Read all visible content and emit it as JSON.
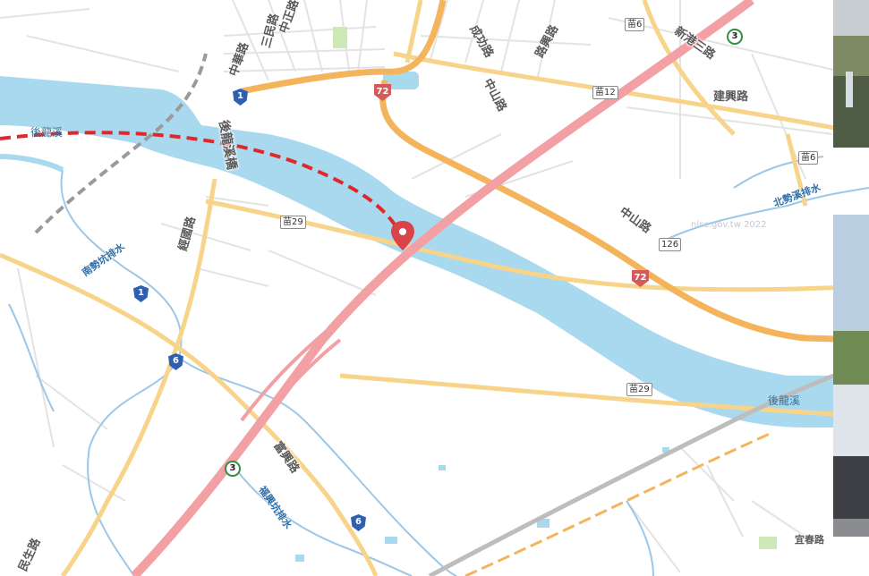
{
  "map": {
    "watermark": "nlsc.gov.tw 2022",
    "colors": {
      "water": "#a8d9ee",
      "freeway": "#f2a0a3",
      "provincial": "#f7bd6a",
      "road": "#ffffff",
      "route_dashed": "#e0282a",
      "background": "#ffffff"
    },
    "icons": {
      "location": "map-pin-icon",
      "freeway": "freeway-shield-icon",
      "provincial": "provincial-shield-icon",
      "expressway": "expressway-shield-icon"
    },
    "road_labels": {
      "zhongzheng": "中正路",
      "sanmin": "三民路",
      "zhonghua": "中華路",
      "chenggong": "成功路",
      "luheng": "路興路",
      "xiangang": "新港三路",
      "jianxing": "建興路",
      "zhongshan": "中山路",
      "jingguo": "經國路",
      "fuxing": "富興路",
      "zhongshan2": "中山路",
      "yichun": "宜春路",
      "minsheng": "民生路"
    },
    "water_labels": {
      "river_main": "後龍溪",
      "river_east": "後龍溪",
      "beishi": "北勢溪排水",
      "nanshi": "南勢坑排水",
      "fuchang": "福興坑排水",
      "bridge": "後龍溪橋"
    },
    "badges": {
      "miao6a": "苗6",
      "miao12": "苗12",
      "miao6b": "苗6",
      "miao29a": "苗29",
      "miao29b": "苗29",
      "r126": "126"
    },
    "shields": {
      "p1a": "1",
      "p1b": "1",
      "p6a": "6",
      "p6b": "6",
      "e72a": "72",
      "e72b": "72",
      "f3a": "3",
      "f3b": "3"
    }
  }
}
